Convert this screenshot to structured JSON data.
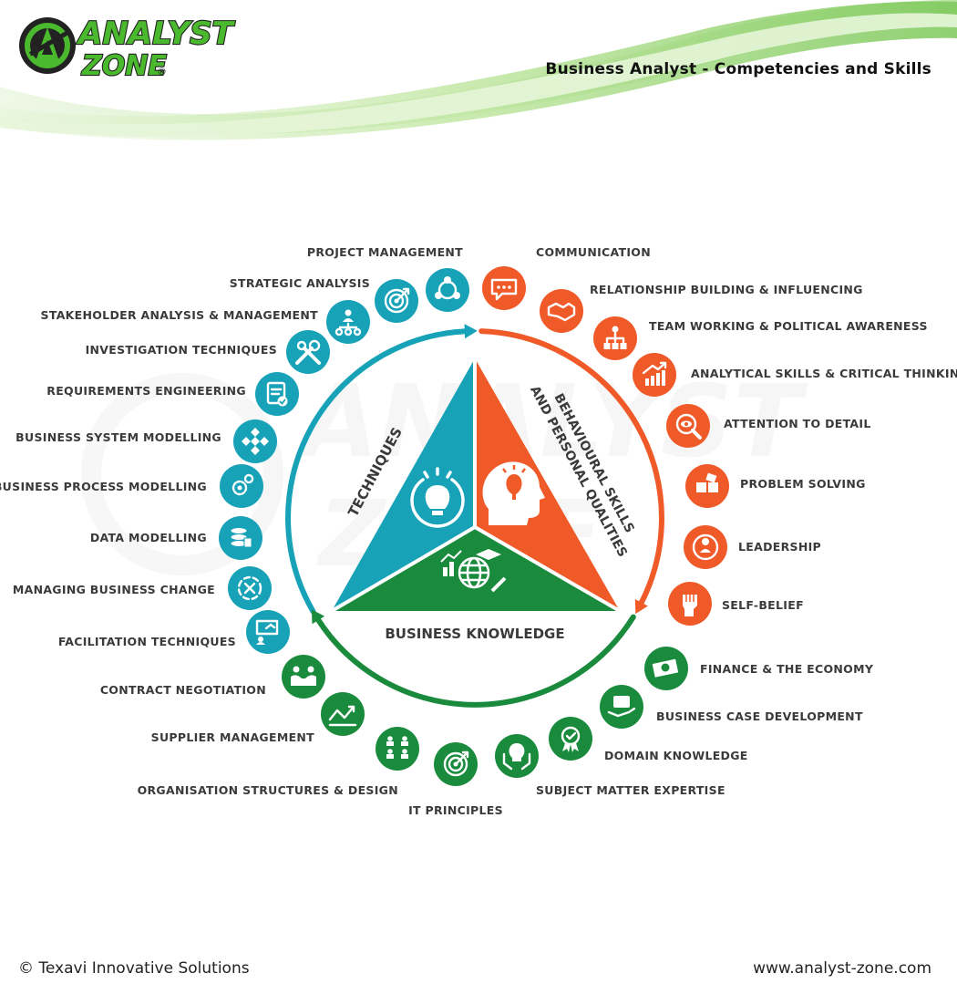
{
  "brand": {
    "name_line1": "ANALYST",
    "name_line2": "ZONE",
    "registered": "®"
  },
  "header": {
    "title": "Business Analyst - Competencies and Skills"
  },
  "colors": {
    "blue": "#17a2b8",
    "orange": "#ef5a28",
    "green": "#1a8b3c",
    "text": "#3a3a3a"
  },
  "triangle": {
    "techniques": "TECHNIQUES",
    "behavioural_line1": "BEHAVIOURAL SKILLS",
    "behavioural_line2": "AND PERSONAL QUALITIES",
    "business_knowledge": "BUSINESS KNOWLEDGE"
  },
  "skills": [
    {
      "label": "COMMUNICATION",
      "group": "orange",
      "icon": "speech-bubble-icon"
    },
    {
      "label": "RELATIONSHIP BUILDING & INFLUENCING",
      "group": "orange",
      "icon": "handshake-icon"
    },
    {
      "label": "TEAM WORKING & POLITICAL AWARENESS",
      "group": "orange",
      "icon": "org-chart-icon"
    },
    {
      "label": "ANALYTICAL SKILLS & CRITICAL THINKING",
      "group": "orange",
      "icon": "growth-chart-icon"
    },
    {
      "label": "ATTENTION TO DETAIL",
      "group": "orange",
      "icon": "magnifier-eye-icon"
    },
    {
      "label": "PROBLEM SOLVING",
      "group": "orange",
      "icon": "puzzle-icon"
    },
    {
      "label": "LEADERSHIP",
      "group": "orange",
      "icon": "leader-icon"
    },
    {
      "label": "SELF-BELIEF",
      "group": "orange",
      "icon": "fist-icon"
    },
    {
      "label": "FINANCE & THE ECONOMY",
      "group": "green",
      "icon": "money-icon"
    },
    {
      "label": "BUSINESS CASE DEVELOPMENT",
      "group": "green",
      "icon": "briefcase-hand-icon"
    },
    {
      "label": "DOMAIN KNOWLEDGE",
      "group": "green",
      "icon": "award-badge-icon"
    },
    {
      "label": "SUBJECT MATTER EXPERTISE",
      "group": "green",
      "icon": "lightbulb-hands-icon"
    },
    {
      "label": "IT PRINCIPLES",
      "group": "green",
      "icon": "target-arrow-icon"
    },
    {
      "label": "ORGANISATION STRUCTURES & DESIGN",
      "group": "green",
      "icon": "team-structure-icon"
    },
    {
      "label": "SUPPLIER MANAGEMENT",
      "group": "green",
      "icon": "supply-chain-icon"
    },
    {
      "label": "CONTRACT NEGOTIATION",
      "group": "green",
      "icon": "negotiation-icon"
    },
    {
      "label": "FACILITATION TECHNIQUES",
      "group": "blue",
      "icon": "presentation-icon"
    },
    {
      "label": "MANAGING BUSINESS CHANGE",
      "group": "blue",
      "icon": "change-cycle-icon"
    },
    {
      "label": "DATA MODELLING",
      "group": "blue",
      "icon": "database-icon"
    },
    {
      "label": "BUSINESS PROCESS MODELLING",
      "group": "blue",
      "icon": "gears-icon"
    },
    {
      "label": "BUSINESS SYSTEM MODELLING",
      "group": "blue",
      "icon": "network-diamond-icon"
    },
    {
      "label": "REQUIREMENTS ENGINEERING",
      "group": "blue",
      "icon": "checklist-icon"
    },
    {
      "label": "INVESTIGATION TECHNIQUES",
      "group": "blue",
      "icon": "tools-icon"
    },
    {
      "label": "STAKEHOLDER ANALYSIS & MANAGEMENT",
      "group": "blue",
      "icon": "stakeholder-icon"
    },
    {
      "label": "STRATEGIC ANALYSIS",
      "group": "blue",
      "icon": "target-icon"
    },
    {
      "label": "PROJECT MANAGEMENT",
      "group": "blue",
      "icon": "project-cycle-icon"
    }
  ],
  "footer": {
    "copyright": "© Texavi Innovative Solutions",
    "website": "www.analyst-zone.com"
  }
}
